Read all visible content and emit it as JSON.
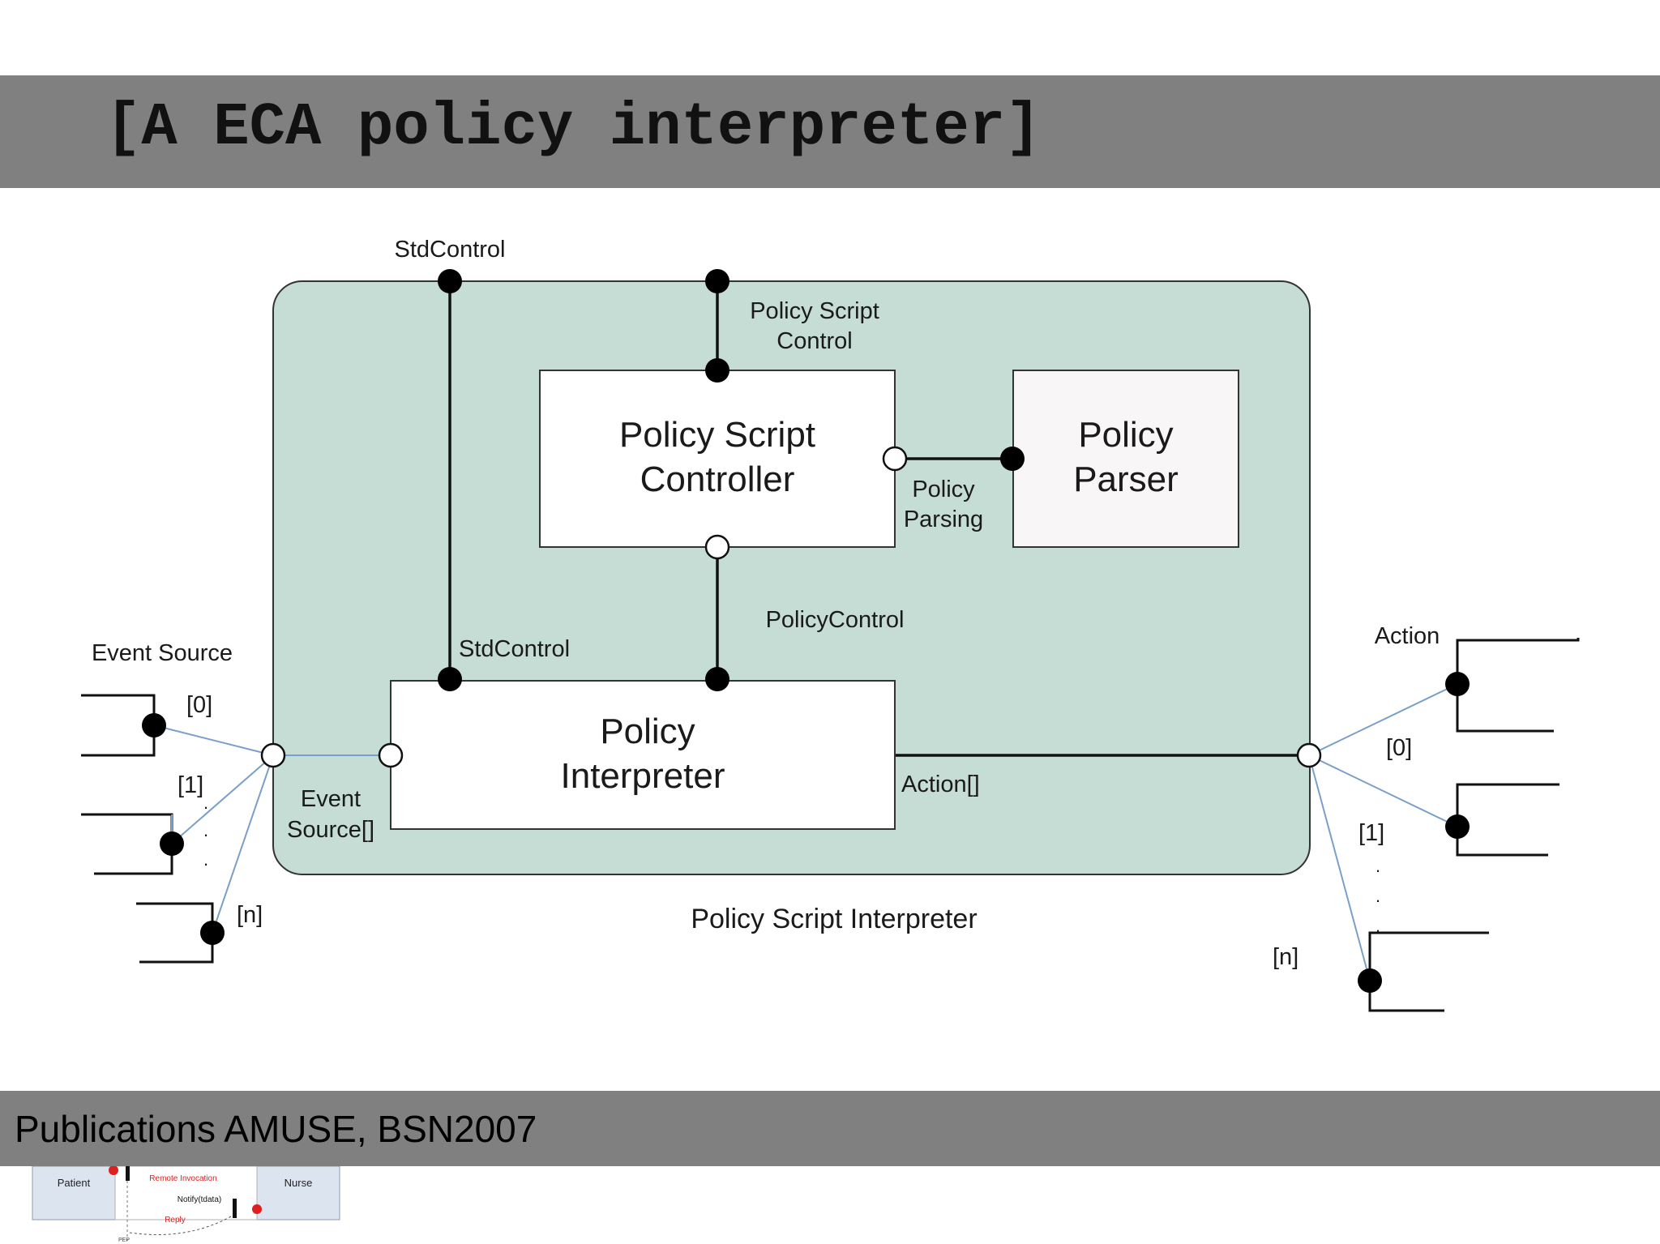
{
  "slide": {
    "title": "[A ECA policy interpreter]",
    "footer": "Publications AMUSE, BSN2007"
  },
  "diagram": {
    "container_label": "Policy Script Interpreter",
    "components": {
      "controller": [
        "Policy Script",
        "Controller"
      ],
      "parser": [
        "Policy",
        "Parser"
      ],
      "interpreter": [
        "Policy",
        "Interpreter"
      ]
    },
    "interfaces": {
      "std_control_top": "StdControl",
      "policy_script_control": [
        "Policy Script",
        "Control"
      ],
      "policy_parsing": [
        "Policy",
        "Parsing"
      ],
      "policy_control": "PolicyControl",
      "std_control_inner": "StdControl",
      "event_source_array": [
        "Event",
        "Source[]"
      ],
      "action_array": "Action[]"
    },
    "event_source": {
      "label": "Event Source",
      "indices": [
        "[0]",
        "[1]",
        "[n]"
      ]
    },
    "action": {
      "label": "Action",
      "indices": [
        "[0]",
        "[1]",
        "[n]"
      ]
    },
    "ellipsis_dot": "."
  },
  "thumbnail": {
    "patient": "Patient",
    "nurse": "Nurse",
    "remote_invocation": "Remote Invocation",
    "notify": "Notify(tdata)",
    "reply": "Reply",
    "pep": "PEP"
  },
  "colors": {
    "bars": "#808080",
    "container_fill": "#c5ddd4",
    "container_stroke": "#333333",
    "box_fill": "#ffffff",
    "parser_fill": "#f8f6f6",
    "connector_line": "#7aa0c8",
    "accent_red": "#e02020"
  }
}
